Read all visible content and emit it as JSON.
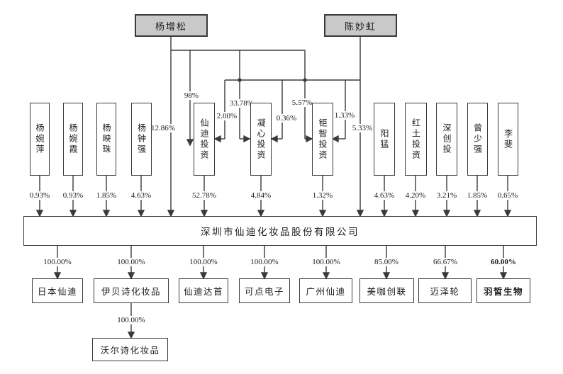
{
  "diagram": {
    "top_shareholders": [
      {
        "name": "杨增松",
        "direct_pct": "12.86%"
      },
      {
        "name": "陈妙虹",
        "direct_pct": "5.33%"
      }
    ],
    "edge_labels": {
      "yzs_to_company": "12.86%",
      "yzs_to_xiandi": "98%",
      "yzs_to_ningxin": "33.78%",
      "yzs_to_juzhi": "5.57%",
      "cmh_to_company": "5.33%",
      "cmh_to_xiandi": "2.00%",
      "cmh_to_ningxin": "0.36%",
      "cmh_to_juzhi": "1.33%"
    },
    "middle_shareholders": [
      {
        "name": "杨婉萍",
        "pct": "0.93%"
      },
      {
        "name": "杨婉霞",
        "pct": "0.93%"
      },
      {
        "name": "杨映珠",
        "pct": "1.85%"
      },
      {
        "name": "杨钟强",
        "pct": "4.63%"
      },
      {
        "name": "仙迪投资",
        "pct": "52.78%"
      },
      {
        "name": "凝心投资",
        "pct": "4.84%"
      },
      {
        "name": "钜智投资",
        "pct": "1.32%"
      },
      {
        "name": "阳猛",
        "pct": "4.63%"
      },
      {
        "name": "红土投资",
        "pct": "4.20%"
      },
      {
        "name": "深创投",
        "pct": "3.21%"
      },
      {
        "name": "曾少强",
        "pct": "1.85%"
      },
      {
        "name": "李斐",
        "pct": "0.65%"
      }
    ],
    "company": {
      "name": "深圳市仙迪化妆品股份有限公司"
    },
    "subsidiaries": [
      {
        "name": "日本仙迪",
        "pct": "100.00%"
      },
      {
        "name": "伊贝诗化妆品",
        "pct": "100.00%"
      },
      {
        "name": "仙迪达首",
        "pct": "100.00%"
      },
      {
        "name": "可点电子",
        "pct": "100.00%"
      },
      {
        "name": "广州仙迪",
        "pct": "100.00%"
      },
      {
        "name": "美咖创联",
        "pct": "85.00%"
      },
      {
        "name": "迈泽轮",
        "pct": "66.67%"
      },
      {
        "name": "羽皙生物",
        "pct": "60.00%"
      }
    ],
    "second_tier": {
      "name": "沃尔诗化妆品",
      "pct": "100.00%"
    }
  },
  "colors": {
    "shareholder_box_fill": "#c9c9c9",
    "line_color": "#3a3a3a",
    "box_background": "#ffffff",
    "text_color": "#1a1a1a"
  }
}
